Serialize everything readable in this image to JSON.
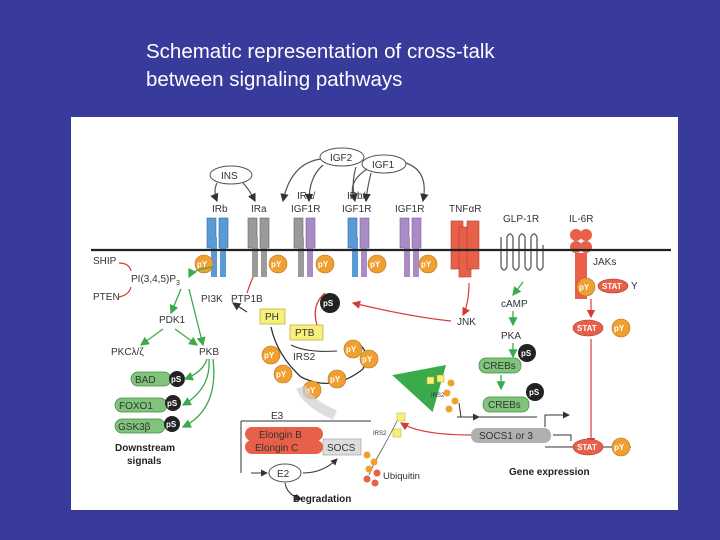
{
  "slide": {
    "title_line1": "Schematic representation of cross-talk",
    "title_line2": "between signaling pathways"
  },
  "diagram": {
    "ligands": {
      "ins": "INS",
      "igf2": "IGF2",
      "igf1": "IGF1"
    },
    "receptors": {
      "irb": "IRb",
      "ira": "IRa",
      "igf1r_ira": "IGF1R",
      "ira_slash": "IRa/",
      "irb_slash": "IRb/",
      "igf1r_irb": "IGF1R",
      "igf1r": "IGF1R",
      "tnfar": "TNFαR",
      "glp1r": "GLP-1R",
      "il6r": "IL-6R"
    },
    "py": "pY",
    "ps": "pS",
    "stat": "STAT",
    "stat_y": "Y",
    "left_pathway": {
      "ship": "SHIP",
      "pip3": "PI(3,4,5)P",
      "pip3_sub": "3",
      "pten": "PTEN",
      "pi3k": "PI3K",
      "ptp1b": "PTP1B",
      "pdk1": "PDK1",
      "pkc": "PKCλ/ζ",
      "pkb": "PKB",
      "bad": "BAD",
      "foxo1": "FOXO1",
      "gsk3b": "GSK3β",
      "downstream_line1": "Downstream",
      "downstream_line2": "signals"
    },
    "irs": {
      "ph": "PH",
      "ptb": "PTB",
      "irs2": "IRS2",
      "irs2_small_a": "IRS2",
      "irs2_small_b": "IRS2"
    },
    "right_pathway": {
      "jaks": "JAKs",
      "camp": "cAMP",
      "pka": "PKA",
      "jnk": "JNK",
      "crebs_a": "CREBs",
      "crebs_b": "CREBs",
      "socs13": "SOCS1 or 3",
      "gene_expression": "Gene expression"
    },
    "degradation": {
      "e3": "E3",
      "elongin_b": "Elongin B",
      "elongin_c": "Elongin C",
      "socs": "SOCS",
      "e2": "E2",
      "ubiquitin": "Ubiquitin",
      "degradation": "Degradation"
    },
    "colors": {
      "membrane": "#222222",
      "blue_receptor": "#5b9bd5",
      "grey_receptor": "#9a9a9a",
      "purple_receptor": "#a98cc6",
      "red_receptor": "#e8604a",
      "orange_node": "#f0a030",
      "green_node": "#7fc47a",
      "green_arrow": "#3aaa4a",
      "red_arrow": "#d63c36",
      "ps_node": "#222222"
    }
  }
}
